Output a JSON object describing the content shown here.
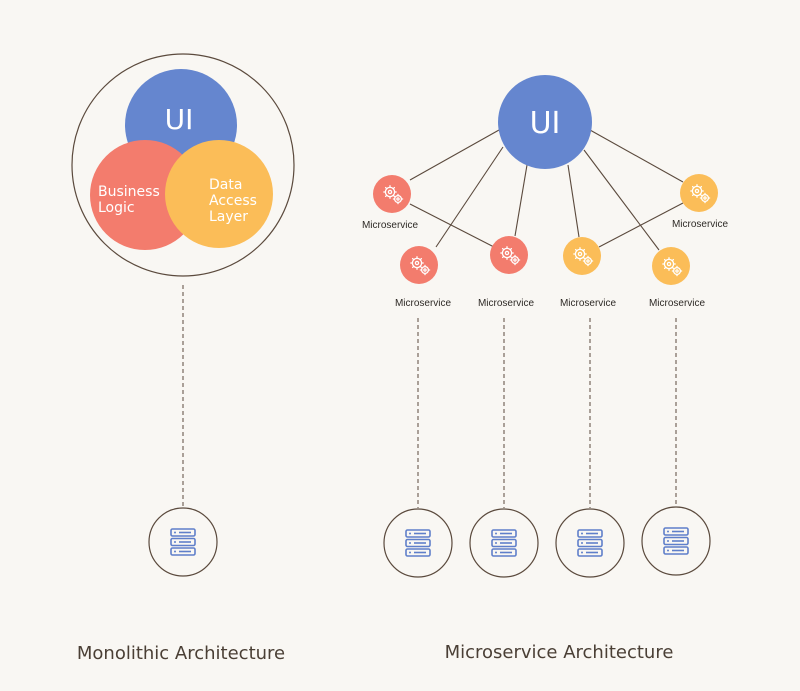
{
  "colors": {
    "background": "#f9f7f3",
    "ui_blue": "#6586cf",
    "coral": "#f37c6d",
    "amber": "#fbbd58",
    "line": "#5b4a3d",
    "db_icon": "#5f7fca"
  },
  "monolith": {
    "ui_label": "UI",
    "business_logic_lines": [
      "Business",
      "Logic"
    ],
    "data_access_lines": [
      "Data",
      "Access",
      "Layer"
    ],
    "database_icon": "database-server-icon",
    "caption": "Monolithic Architecture"
  },
  "microservices": {
    "ui_label": "UI",
    "service_label": "Microservice",
    "service_icon": "gears-icon",
    "database_icon": "database-server-icon",
    "caption": "Microservice Architecture"
  }
}
